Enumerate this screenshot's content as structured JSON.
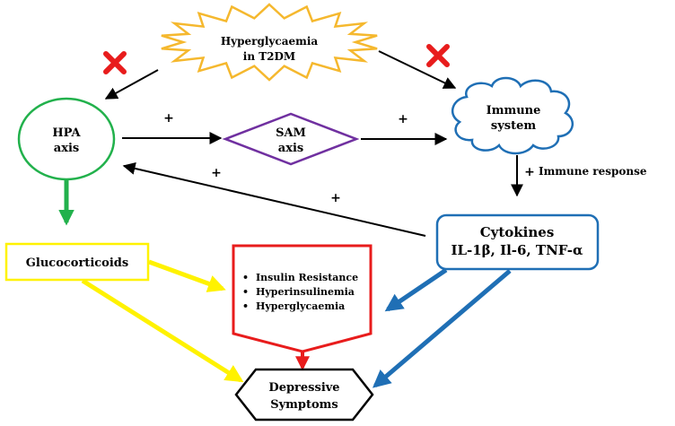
{
  "nodes": {
    "hyperglycaemia": {
      "line1": "Hyperglycaemia",
      "line2": "in T2DM"
    },
    "hpa": {
      "line1": "HPA",
      "line2": "axis"
    },
    "sam": {
      "line1": "SAM",
      "line2": "axis"
    },
    "immune": {
      "line1": "Immune",
      "line2": "system"
    },
    "cytokines": {
      "line1": "Cytokines",
      "line2": "IL-1β, Il-6, TNF-α"
    },
    "glucocorticoids": {
      "label": "Glucocorticoids"
    },
    "metabolic": {
      "items": [
        "Insulin Resistance",
        "Hyperinsulinemia",
        "Hyperglycaemia"
      ]
    },
    "depressive": {
      "line1": "Depressive",
      "line2": "Symptoms"
    }
  },
  "edges": {
    "hpa_to_sam": "+",
    "sam_to_immune": "+",
    "immune_response": {
      "sign": "+",
      "label": "Immune response"
    },
    "cytokines_to_hpa_1": "+",
    "cytokines_to_hpa_2": "+"
  },
  "bullet": "•",
  "colors": {
    "hyperglycaemia": "#F5B82E",
    "hpa": "#22B14C",
    "sam": "#7030A0",
    "immune": "#1F6FB5",
    "cytokines": "#1F6FB5",
    "glucocorticoids": "#FFF200",
    "metabolic": "#E81C1C",
    "cross": "#E81C1C"
  },
  "icons": {
    "block_marker": "cross-icon"
  }
}
